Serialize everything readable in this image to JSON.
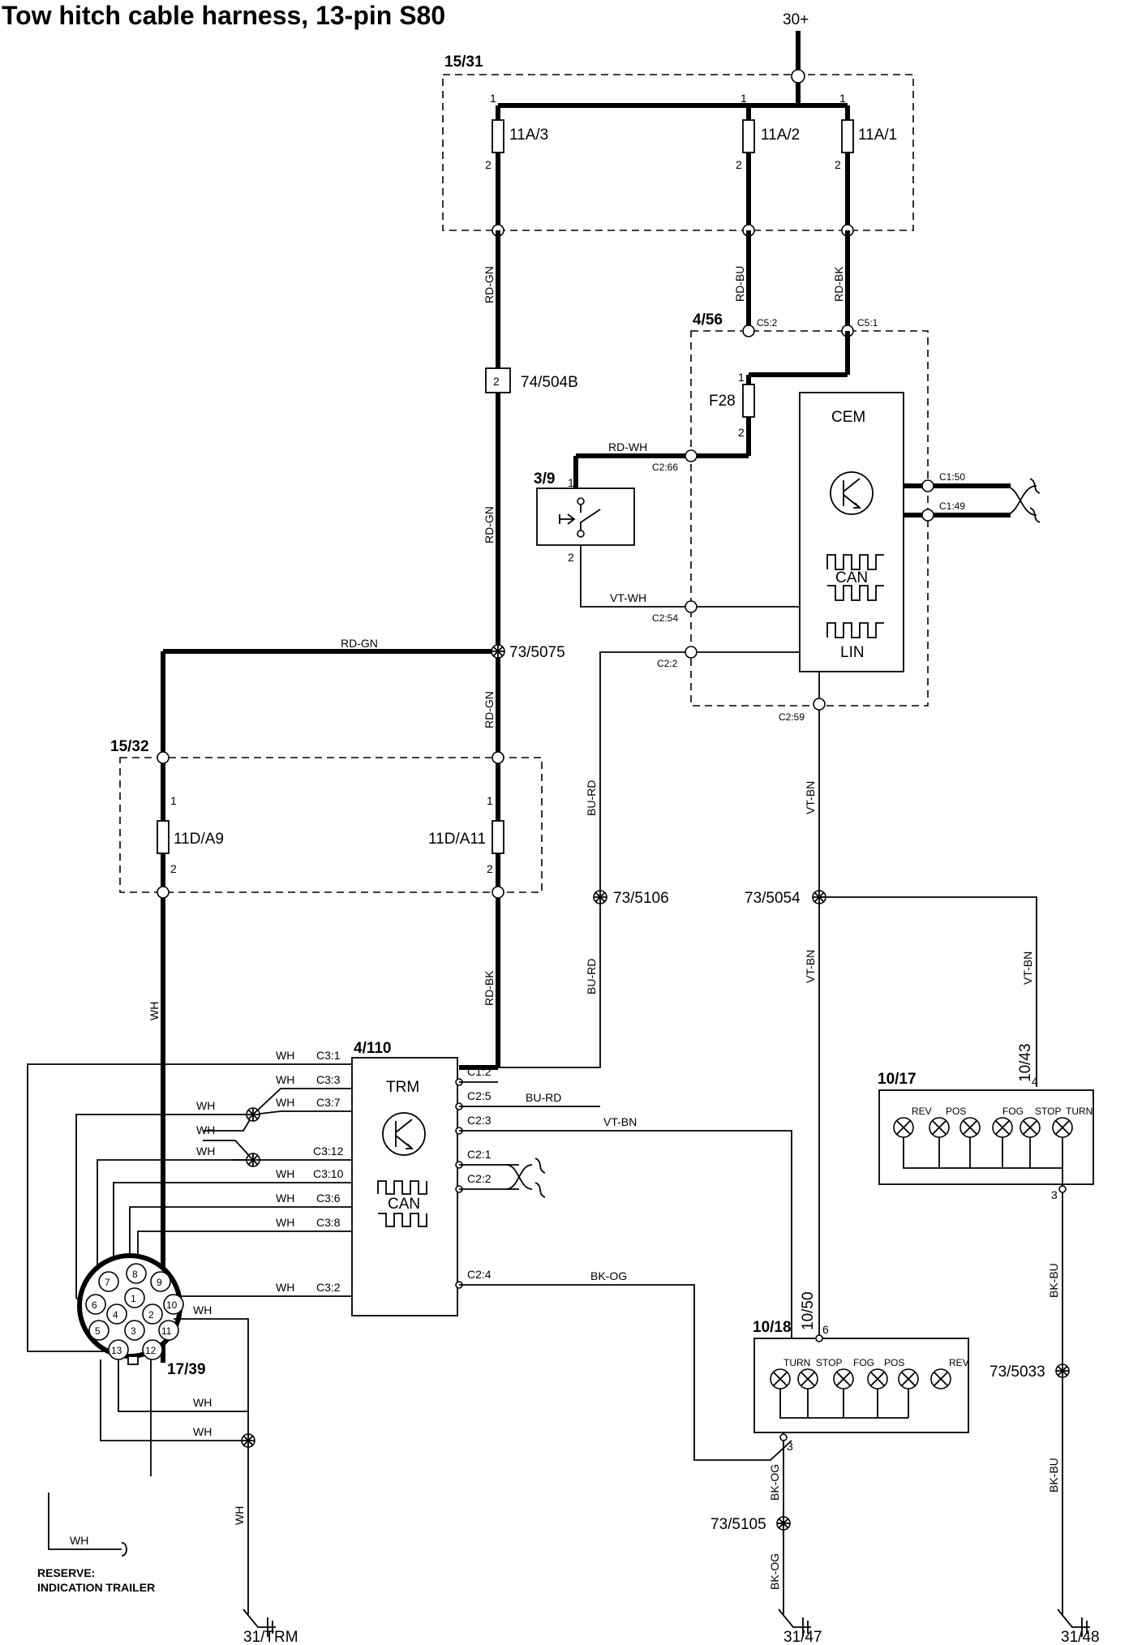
{
  "title": "Tow hitch cable harness, 13-pin S80",
  "supply": "30+",
  "fusebox_top": {
    "ref": "15/31",
    "fuses": [
      "11A/3",
      "11A/2",
      "11A/1"
    ],
    "pin_in": "1",
    "pin_out": "2"
  },
  "fusebox_bottom": {
    "ref": "15/32",
    "fuses": [
      "11D/A9",
      "11D/A11"
    ],
    "pin_in": "1",
    "pin_out": "2"
  },
  "wires": {
    "rd_gn": "RD-GN",
    "rd_bu": "RD-BU",
    "rd_bk": "RD-BK",
    "rd_wh": "RD-WH",
    "vt_wh": "VT-WH",
    "bu_rd": "BU-RD",
    "vt_bn": "VT-BN",
    "bk_og": "BK-OG",
    "bk_bu": "BK-BU",
    "wh": "WH"
  },
  "connector_74": {
    "pin": "2",
    "label": "74/504B"
  },
  "splices": [
    "73/5075",
    "73/5106",
    "73/5054",
    "73/5105",
    "73/5033"
  ],
  "cem": {
    "ref": "4/56",
    "name": "CEM",
    "fuse": "F28",
    "fuse_pin_in": "1",
    "fuse_pin_out": "2",
    "can": "CAN",
    "lin": "LIN",
    "pins": [
      "C5:2",
      "C5:1",
      "C2:66",
      "C2:54",
      "C2:2",
      "C2:59",
      "C1:50",
      "C1:49"
    ]
  },
  "switch": {
    "ref": "3/9",
    "pin1": "1",
    "pin2": "2"
  },
  "trm": {
    "ref": "4/110",
    "name": "TRM",
    "can": "CAN",
    "left_pins": [
      "C3:1",
      "C3:3",
      "C3:7",
      "C3:12",
      "C3:10",
      "C3:6",
      "C3:8",
      "C3:2"
    ],
    "right_pins": [
      "C1:2",
      "C2:5",
      "C2:3",
      "C2:1",
      "C2:2",
      "C2:4"
    ]
  },
  "socket": {
    "ref": "17/39",
    "pins": [
      "1",
      "2",
      "3",
      "4",
      "5",
      "6",
      "7",
      "8",
      "9",
      "10",
      "11",
      "12",
      "13"
    ]
  },
  "lamp_right": {
    "ref": "10/17",
    "ref_in": "10/43",
    "pin_in": "4",
    "pin_out": "3",
    "lamps": [
      "REV",
      "POS",
      "FOG",
      "STOP",
      "TURN"
    ]
  },
  "lamp_left": {
    "ref": "10/18",
    "ref_in": "10/50",
    "pin_in": "6",
    "pin_out": "3",
    "lamps": [
      "TURN",
      "STOP",
      "FOG",
      "POS",
      "REV"
    ]
  },
  "grounds": [
    "31/TRM",
    "31/47",
    "31/48"
  ],
  "reserve": "RESERVE:",
  "reserve2": "INDICATION TRAILER"
}
